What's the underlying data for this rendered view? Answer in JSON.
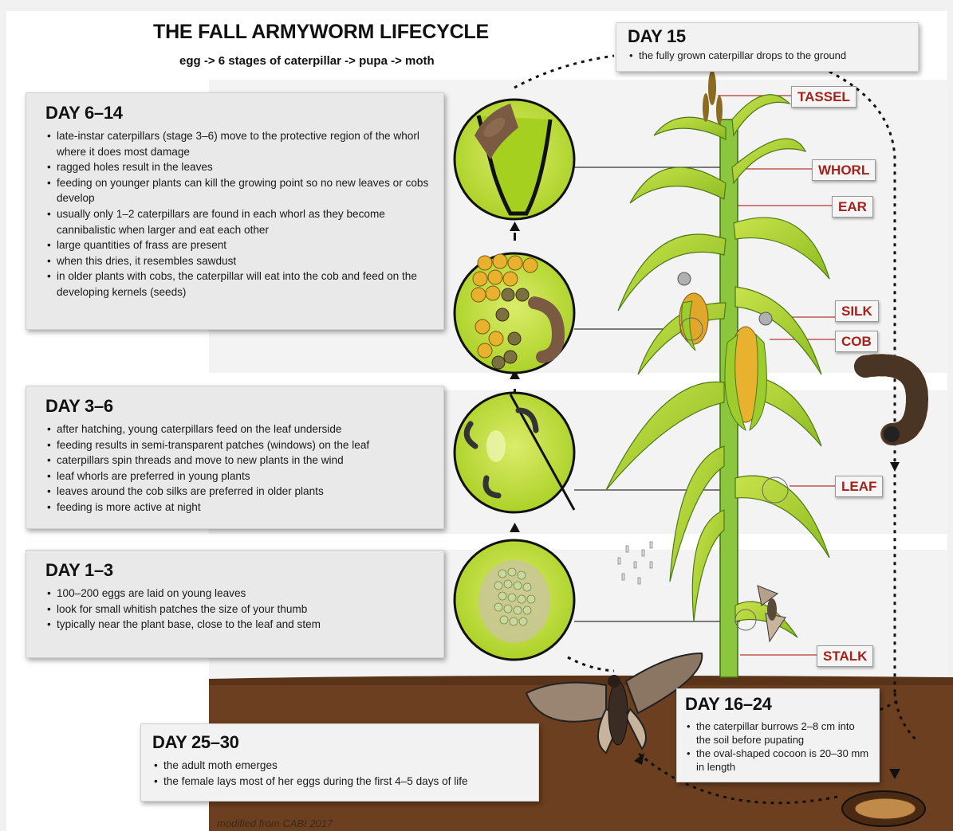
{
  "title": "THE FALL ARMYWORM LIFECYCLE",
  "subtitle": "egg -> 6 stages of caterpillar -> pupa -> moth",
  "stages": [
    {
      "heading": "DAY 6–14",
      "bullets": [
        "late-instar caterpillars (stage 3–6) move to the protective region of the whorl where it does most damage",
        "ragged holes result in the leaves",
        "feeding on younger plants can kill the growing point so no new leaves or cobs develop",
        "usually only 1–2 caterpillars are found in each whorl as they become cannibalistic when larger and eat each other",
        "large quantities of frass are present",
        "when this dries, it resembles sawdust",
        "in older plants with cobs, the caterpillar will eat into the cob and feed on the developing kernels (seeds)"
      ]
    },
    {
      "heading": "DAY 3–6",
      "bullets": [
        "after hatching, young caterpillars feed on the leaf underside",
        "feeding results in semi-transparent patches (windows) on the leaf",
        "caterpillars spin threads and move to new plants in the wind",
        "leaf whorls are preferred in young plants",
        "leaves around the cob silks are preferred in older plants",
        "feeding is more active at night"
      ]
    },
    {
      "heading": "DAY 1–3",
      "bullets": [
        "100–200 eggs are laid on young leaves",
        "look for small whitish patches the size of your thumb",
        "typically near the plant base, close to the leaf and stem"
      ]
    },
    {
      "heading": "DAY 15",
      "bullets": [
        "the fully grown caterpillar drops to the ground"
      ]
    },
    {
      "heading": "DAY 16–24",
      "bullets": [
        "the caterpillar burrows 2–8 cm into the soil before pupating",
        "the oval-shaped cocoon is 20–30 mm in length"
      ]
    },
    {
      "heading": "DAY 25–30",
      "bullets": [
        "the adult moth emerges",
        "the female lays most of her eggs during the first 4–5 days of life"
      ]
    }
  ],
  "plant_labels": [
    "TASSEL",
    "WHORL",
    "EAR",
    "SILK",
    "COB",
    "LEAF",
    "STALK"
  ],
  "credit": "modified from CABI 2017",
  "colors": {
    "label_text": "#a3221b",
    "soil": "#6b3f1f",
    "plant_green": "#9ccc2e",
    "circle_green": "#b5d72b",
    "caterpillar": "#7a5a43"
  }
}
